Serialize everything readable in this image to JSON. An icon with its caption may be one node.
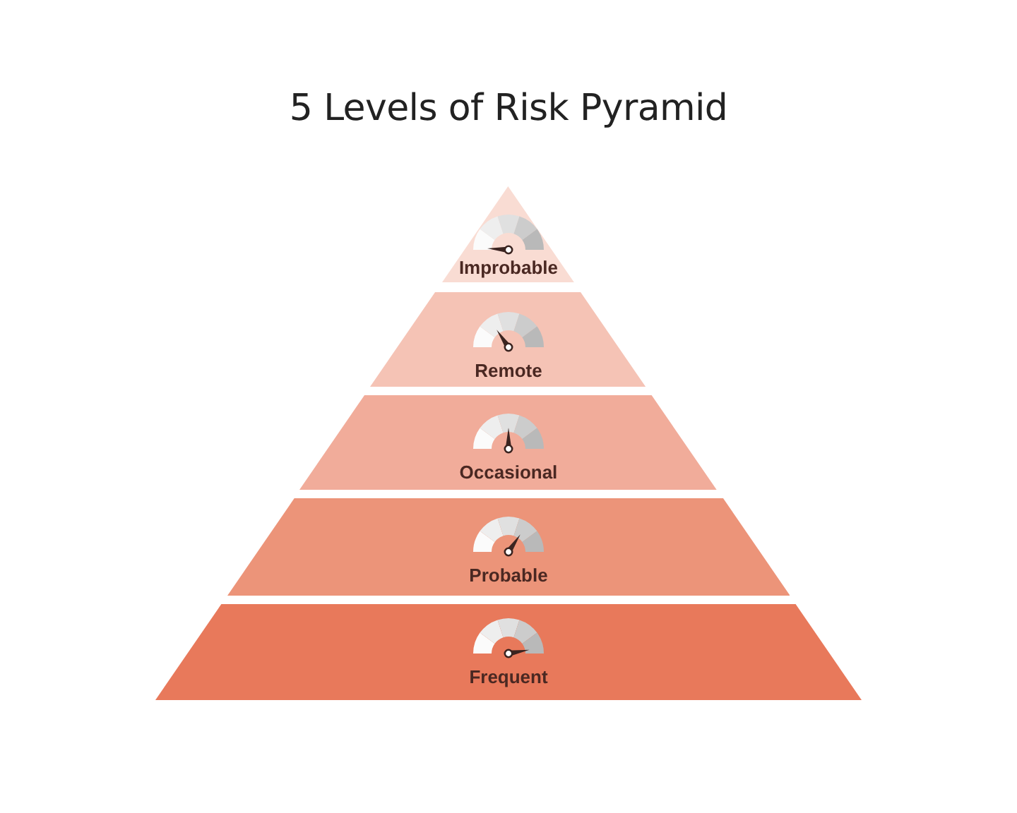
{
  "diagram": {
    "title": "5 Levels of Risk Pyramid",
    "nodes": [
      {
        "text": [
          "Improbable"
        ]
      },
      {
        "text": [
          "Remote"
        ]
      },
      {
        "text": [
          "Occasional"
        ]
      },
      {
        "text": [
          "Probable"
        ]
      },
      {
        "text": [
          "Frequent"
        ]
      }
    ],
    "edges": []
  }
}
